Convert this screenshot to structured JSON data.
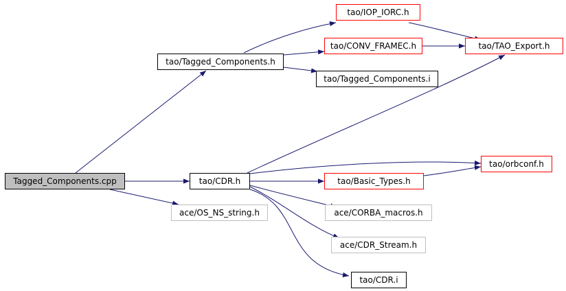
{
  "nodes": {
    "tagged_components_cpp": {
      "label": "Tagged_Components.cpp",
      "style": "root"
    },
    "tagged_components_h": {
      "label": "tao/Tagged_Components.h",
      "style": "black"
    },
    "iop_iorc_h": {
      "label": "tao/IOP_IORC.h",
      "style": "red"
    },
    "conv_framec_h": {
      "label": "tao/CONV_FRAMEC.h",
      "style": "red"
    },
    "tao_export_h": {
      "label": "tao/TAO_Export.h",
      "style": "red"
    },
    "tagged_components_i": {
      "label": "tao/Tagged_Components.i",
      "style": "black"
    },
    "cdr_h": {
      "label": "tao/CDR.h",
      "style": "black"
    },
    "orbconf_h": {
      "label": "tao/orbconf.h",
      "style": "red"
    },
    "basic_types_h": {
      "label": "tao/Basic_Types.h",
      "style": "red"
    },
    "os_ns_string_h": {
      "label": "ace/OS_NS_string.h",
      "style": "gray"
    },
    "corba_macros_h": {
      "label": "ace/CORBA_macros.h",
      "style": "gray"
    },
    "cdr_stream_h": {
      "label": "ace/CDR_Stream.h",
      "style": "gray"
    },
    "cdr_i": {
      "label": "tao/CDR.i",
      "style": "black"
    }
  },
  "edges": [
    {
      "from": "tagged_components_cpp",
      "to": "tagged_components_h"
    },
    {
      "from": "tagged_components_cpp",
      "to": "cdr_h"
    },
    {
      "from": "tagged_components_cpp",
      "to": "os_ns_string_h"
    },
    {
      "from": "tagged_components_h",
      "to": "iop_iorc_h"
    },
    {
      "from": "tagged_components_h",
      "to": "conv_framec_h"
    },
    {
      "from": "tagged_components_h",
      "to": "tagged_components_i"
    },
    {
      "from": "iop_iorc_h",
      "to": "tao_export_h"
    },
    {
      "from": "conv_framec_h",
      "to": "tao_export_h"
    },
    {
      "from": "cdr_h",
      "to": "tao_export_h"
    },
    {
      "from": "cdr_h",
      "to": "orbconf_h"
    },
    {
      "from": "cdr_h",
      "to": "basic_types_h"
    },
    {
      "from": "cdr_h",
      "to": "corba_macros_h"
    },
    {
      "from": "cdr_h",
      "to": "cdr_stream_h"
    },
    {
      "from": "cdr_h",
      "to": "cdr_i"
    },
    {
      "from": "basic_types_h",
      "to": "orbconf_h"
    }
  ],
  "colors": {
    "edge": "#191970",
    "red_border": "#ff0000",
    "gray_border": "#bfbfbf",
    "root_fill": "#bfbfbf"
  }
}
